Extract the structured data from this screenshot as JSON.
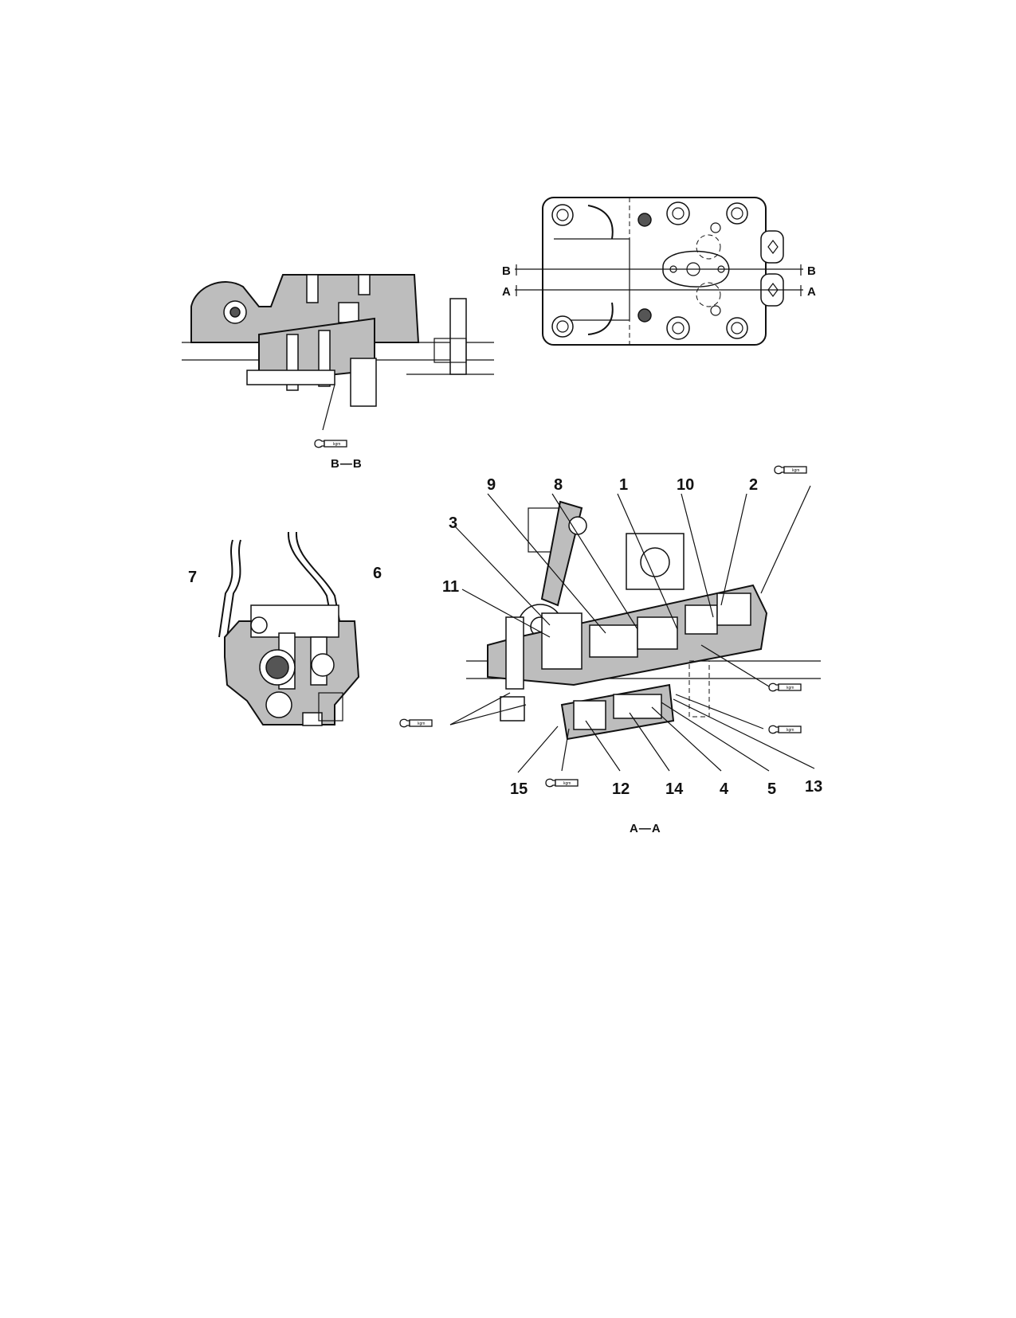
{
  "views": {
    "top": {
      "cut_labels": {
        "b_left": "B",
        "b_right": "B",
        "a_left": "A",
        "a_right": "A"
      }
    },
    "section_bb": {
      "title": "B—B"
    },
    "section_aa": {
      "title": "A—A"
    }
  },
  "callouts": [
    "1",
    "2",
    "3",
    "4",
    "5",
    "6",
    "7",
    "8",
    "9",
    "10",
    "11",
    "12",
    "13",
    "14",
    "15"
  ],
  "torque_symbol": {
    "label": "kgm",
    "icon": "wrench-icon"
  }
}
